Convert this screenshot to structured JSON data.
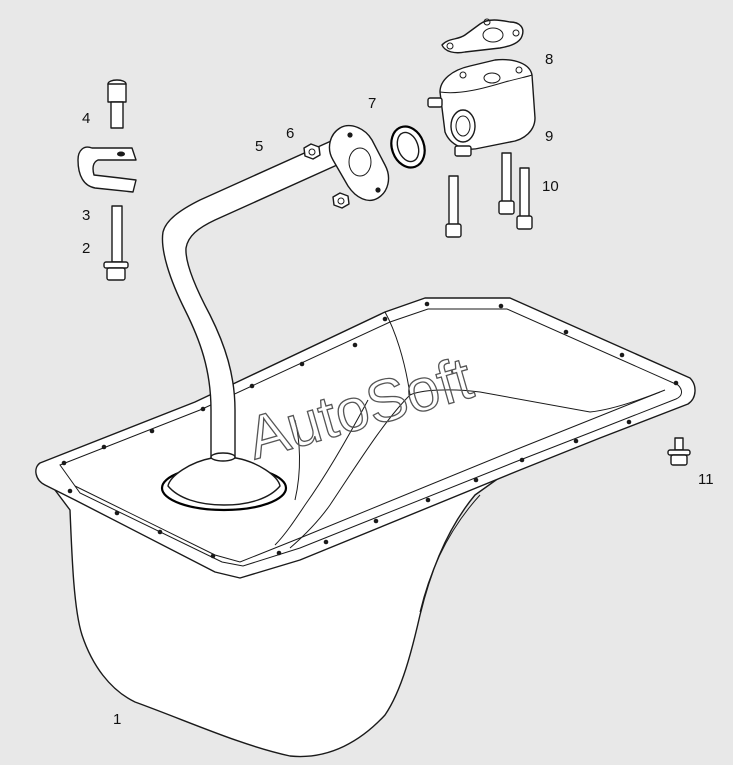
{
  "watermark": "AutoSoft",
  "callouts": [
    {
      "id": "1",
      "label": "1"
    },
    {
      "id": "2",
      "label": "2"
    },
    {
      "id": "3",
      "label": "3"
    },
    {
      "id": "4",
      "label": "4"
    },
    {
      "id": "5",
      "label": "5"
    },
    {
      "id": "6",
      "label": "6"
    },
    {
      "id": "7",
      "label": "7"
    },
    {
      "id": "8",
      "label": "8"
    },
    {
      "id": "9",
      "label": "9"
    },
    {
      "id": "10",
      "label": "10"
    },
    {
      "id": "11",
      "label": "11"
    }
  ],
  "colors": {
    "background": "#e8e8e8",
    "line": "#1a1a1a",
    "fill": "#ffffff"
  }
}
